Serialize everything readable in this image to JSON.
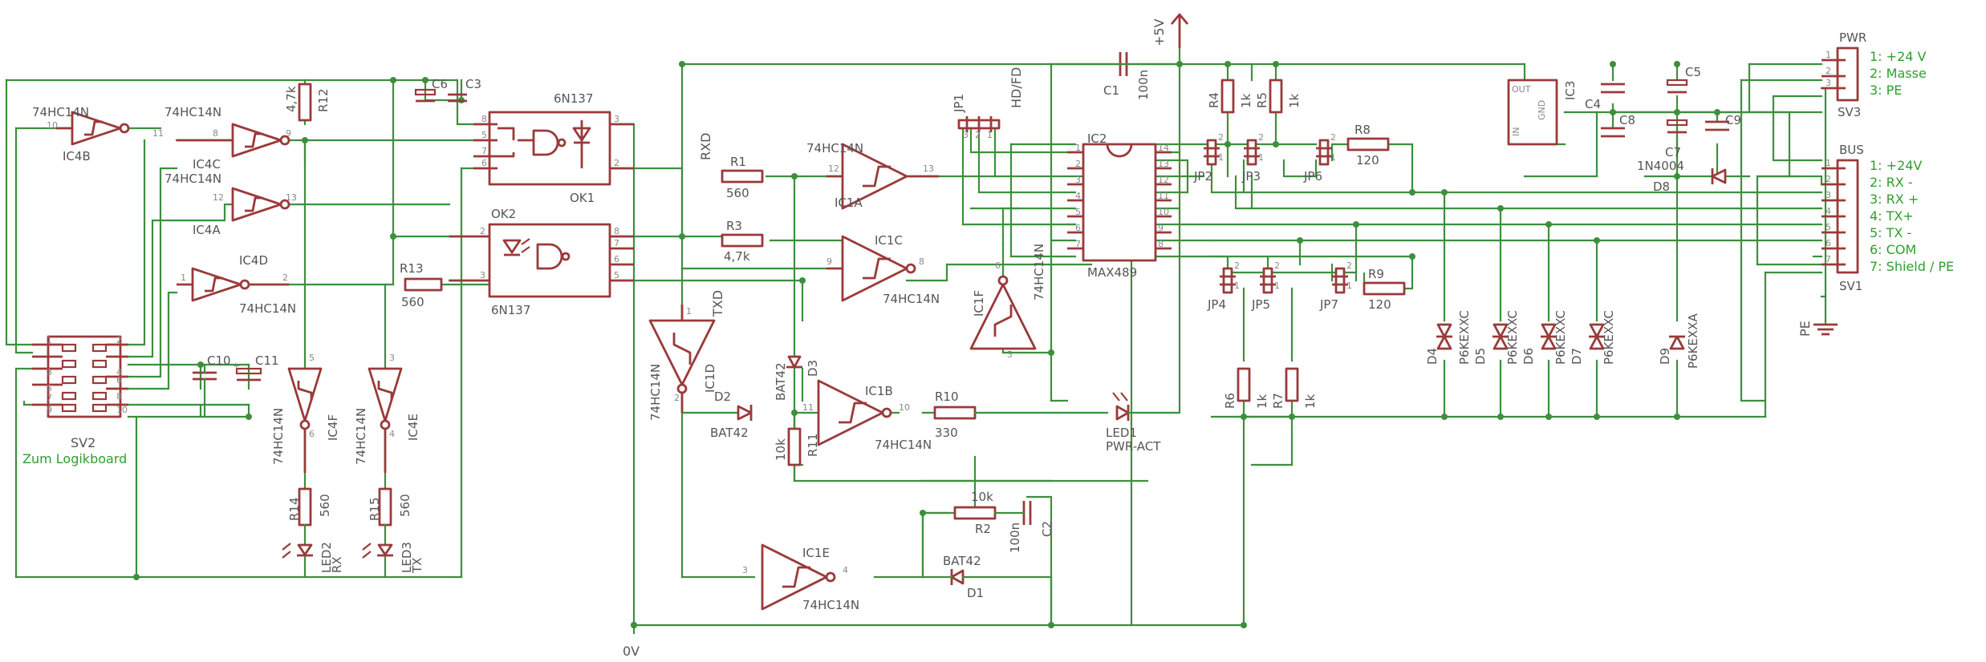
{
  "colors": {
    "wire": "#3d8f3d",
    "part": "#9a3a3a",
    "text": "#555555",
    "net_label": "#2f9e2f"
  },
  "nets": {
    "vcc": "+5V",
    "gnd": "0V",
    "pe": "PE",
    "rxd": "RXD",
    "txd": "TXD",
    "hdfd": "HD/FD"
  },
  "sv2": {
    "name": "SV2",
    "label": "Zum Logikboard",
    "pins": [
      "1",
      "2",
      "3",
      "4",
      "5",
      "6",
      "7",
      "8",
      "9",
      "10"
    ]
  },
  "optos": {
    "ok1": {
      "name": "OK1",
      "value": "6N137",
      "pins": [
        "2",
        "3",
        "5",
        "6",
        "7",
        "8"
      ]
    },
    "ok2": {
      "name": "OK2",
      "value": "6N137",
      "pins": [
        "2",
        "3",
        "5",
        "6",
        "7",
        "8"
      ]
    }
  },
  "inverters": {
    "ic4b": {
      "name": "IC4B",
      "value": "74HC14N",
      "pin_in": "10",
      "pin_out": "11"
    },
    "ic4c": {
      "name": "IC4C",
      "value": "74HC14N",
      "pin_in": "8",
      "pin_out": "9"
    },
    "ic4a": {
      "name": "IC4A",
      "value": "74HC14N",
      "pin_in": "12",
      "pin_out": "13"
    },
    "ic4d": {
      "name": "IC4D",
      "value": "74HC14N",
      "pin_in": "1",
      "pin_out": "2"
    },
    "ic4f": {
      "name": "IC4F",
      "value": "74HC14N",
      "pin_in": "5",
      "pin_out": "6"
    },
    "ic4e": {
      "name": "IC4E",
      "value": "74HC14N",
      "pin_in": "3",
      "pin_out": "4"
    },
    "ic1a": {
      "name": "IC1A",
      "value": "74HC14N",
      "pin_in": "12",
      "pin_out": "13"
    },
    "ic1c": {
      "name": "IC1C",
      "value": "74HC14N",
      "pin_in": "9",
      "pin_out": "8"
    },
    "ic1d": {
      "name": "IC1D",
      "value": "74HC14N",
      "pin_in": "1",
      "pin_out": "2"
    },
    "ic1b": {
      "name": "IC1B",
      "value": "74HC14N",
      "pin_in": "11",
      "pin_out": "10"
    },
    "ic1e": {
      "name": "IC1E",
      "value": "74HC14N",
      "pin_in": "3",
      "pin_out": "4"
    },
    "ic1f": {
      "name": "IC1F",
      "value": "74HC14N",
      "pin_in": "5",
      "pin_out": "6"
    }
  },
  "resistors": {
    "r1": {
      "name": "R1",
      "value": "560"
    },
    "r2": {
      "name": "R2",
      "value": "10k"
    },
    "r3": {
      "name": "R3",
      "value": "4,7k"
    },
    "r4": {
      "name": "R4",
      "value": "1k"
    },
    "r5": {
      "name": "R5",
      "value": "1k"
    },
    "r6": {
      "name": "R6",
      "value": "1k"
    },
    "r7": {
      "name": "R7",
      "value": "1k"
    },
    "r8": {
      "name": "R8",
      "value": "120"
    },
    "r9": {
      "name": "R9",
      "value": "120"
    },
    "r10": {
      "name": "R10",
      "value": "330"
    },
    "r11": {
      "name": "R11",
      "value": "10k"
    },
    "r12": {
      "name": "R12",
      "value": "4,7k"
    },
    "r13": {
      "name": "R13",
      "value": "560"
    },
    "r14": {
      "name": "R14",
      "value": "560"
    },
    "r15": {
      "name": "R15",
      "value": "560"
    }
  },
  "capacitors": {
    "c1": {
      "name": "C1",
      "value": "100n"
    },
    "c2": {
      "name": "C2",
      "value": "100n"
    },
    "c3": {
      "name": "C3"
    },
    "c4": {
      "name": "C4"
    },
    "c5": {
      "name": "C5"
    },
    "c6": {
      "name": "C6"
    },
    "c7": {
      "name": "C7"
    },
    "c8": {
      "name": "C8"
    },
    "c9": {
      "name": "C9"
    },
    "c10": {
      "name": "C10"
    },
    "c11": {
      "name": "C11"
    }
  },
  "diodes": {
    "d1": {
      "name": "D1",
      "value": "BAT42"
    },
    "d2": {
      "name": "D2",
      "value": "BAT42"
    },
    "d3": {
      "name": "D3",
      "value": "BAT42"
    },
    "d4": {
      "name": "D4",
      "value": "P6KEXXC"
    },
    "d5": {
      "name": "D5",
      "value": "P6KEXXC"
    },
    "d6": {
      "name": "D6",
      "value": "P6KEXXC"
    },
    "d7": {
      "name": "D7",
      "value": "P6KEXXC"
    },
    "d8": {
      "name": "D8",
      "value": "1N4004"
    },
    "d9": {
      "name": "D9",
      "value": "P6KEXXA"
    }
  },
  "leds": {
    "led1": {
      "name": "LED1",
      "value": "PWR-ACT"
    },
    "led2": {
      "name": "LED2",
      "value": "RX"
    },
    "led3": {
      "name": "LED3",
      "value": "TX"
    }
  },
  "jumpers": [
    "JP1",
    "JP2",
    "JP3",
    "JP4",
    "JP5",
    "JP6",
    "JP7"
  ],
  "jumper_pin": {
    "one": "1",
    "two": "2",
    "three": "3"
  },
  "ic2": {
    "name": "IC2",
    "value": "MAX489",
    "left_pins": [
      "1",
      "2",
      "3",
      "4",
      "5",
      "6",
      "7"
    ],
    "right_pins": [
      "14",
      "13",
      "12",
      "11",
      "10",
      "9",
      "8"
    ]
  },
  "ic3": {
    "name": "IC3",
    "out": "OUT",
    "gnd": "GND",
    "in": "IN"
  },
  "sv3": {
    "name": "SV3",
    "header": "PWR",
    "pins": [
      "1",
      "2",
      "3"
    ],
    "labels": [
      "1: +24 V",
      "2: Masse",
      "3: PE"
    ]
  },
  "sv1": {
    "name": "SV1",
    "header": "BUS",
    "pins": [
      "1",
      "2",
      "3",
      "4",
      "5",
      "6",
      "7"
    ],
    "labels": [
      "1: +24V",
      "2: RX -",
      "3: RX +",
      "4: TX+",
      "5: TX -",
      "6: COM",
      "7: Shield / PE"
    ]
  }
}
